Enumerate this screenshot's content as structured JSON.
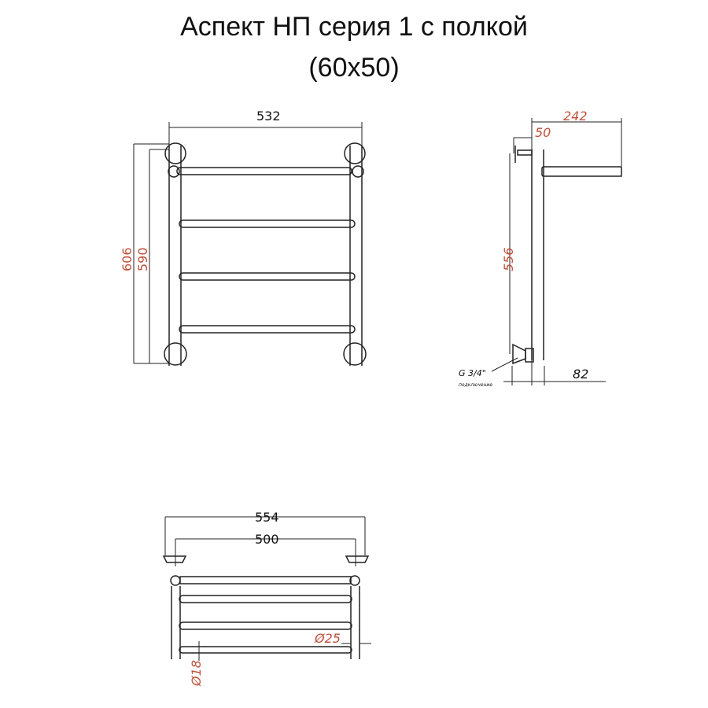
{
  "title": {
    "line1": "Аспект НП серия 1 с полкой",
    "line2": "(60x50)"
  },
  "colors": {
    "line": "#222222",
    "dimension_red": "#c0503a",
    "text": "#111111"
  },
  "front_view": {
    "width_dim": "532",
    "height_outer_dim": "606",
    "height_inner_dim": "590"
  },
  "side_view": {
    "depth_shelf_dim": "242",
    "wall_offset_dim": "50",
    "center_height_dim": "556",
    "pipe_depth_dim": "82",
    "connection_thread": "G 3/4\"",
    "connection_label": "подключение"
  },
  "top_view": {
    "outer_width_dim": "554",
    "center_width_dim": "500",
    "pipe_diameter_dim": "Ø25",
    "rung_diameter_dim": "Ø18"
  }
}
